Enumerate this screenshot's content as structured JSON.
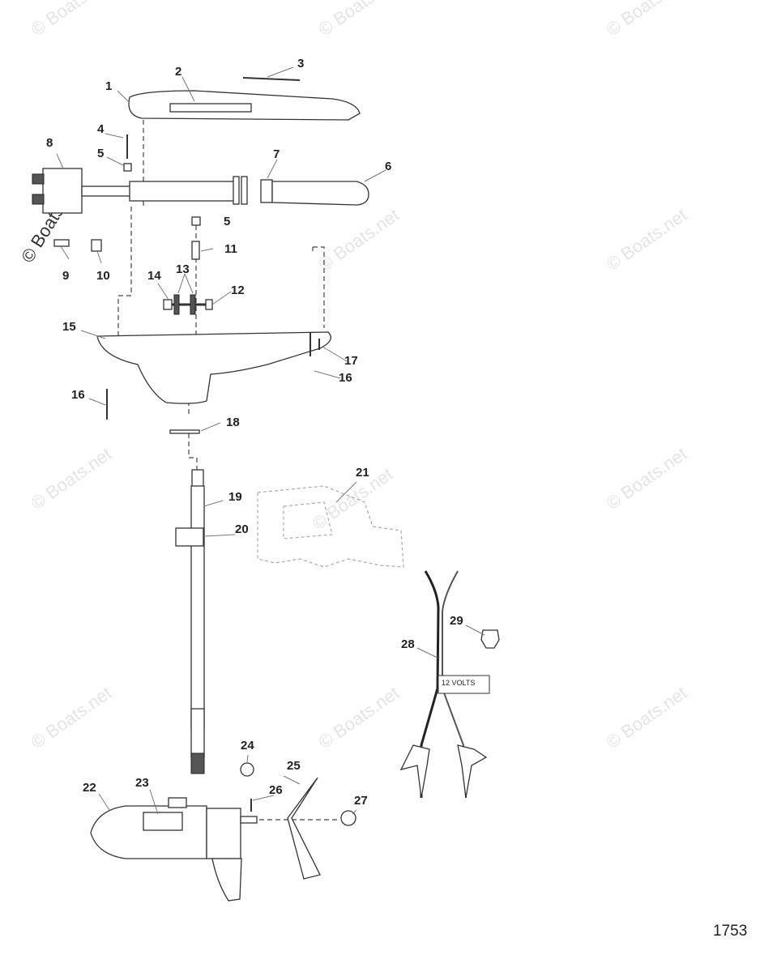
{
  "watermark": "© Boats.net",
  "figure_number": "1753",
  "callouts": [
    "1",
    "2",
    "3",
    "4",
    "5",
    "6",
    "7",
    "8",
    "5",
    "9",
    "10",
    "11",
    "12",
    "13",
    "14",
    "15",
    "16",
    "17",
    "16",
    "18",
    "19",
    "20",
    "21",
    "22",
    "23",
    "24",
    "25",
    "26",
    "27",
    "28",
    "29"
  ],
  "battery_lead_tag": {
    "line1": "12 VOLTS"
  }
}
